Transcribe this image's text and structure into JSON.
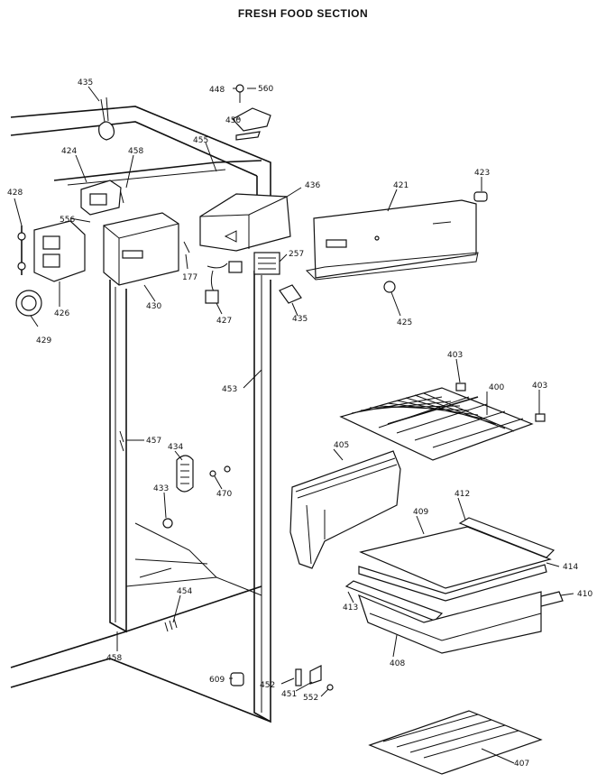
{
  "title": "FRESH FOOD SECTION",
  "parts": {
    "p435a": "435",
    "p448": "448",
    "p560": "560",
    "p450": "450",
    "p455": "455",
    "p424": "424",
    "p458a": "458",
    "p428": "428",
    "p556": "556",
    "p426": "426",
    "p429": "429",
    "p430": "430",
    "p177": "177",
    "p427": "427",
    "p436": "436",
    "p257": "257",
    "p435b": "435",
    "p421": "421",
    "p423": "423",
    "p425": "425",
    "p453": "453",
    "p403a": "403",
    "p400": "400",
    "p403b": "403",
    "p457": "457",
    "p434": "434",
    "p433": "433",
    "p470": "470",
    "p405": "405",
    "p412": "412",
    "p409": "409",
    "p414": "414",
    "p410": "410",
    "p454": "454",
    "p413": "413",
    "p458b": "458",
    "p408": "408",
    "p609": "609",
    "p452": "452",
    "p451": "451",
    "p552": "552",
    "p407": "407"
  }
}
